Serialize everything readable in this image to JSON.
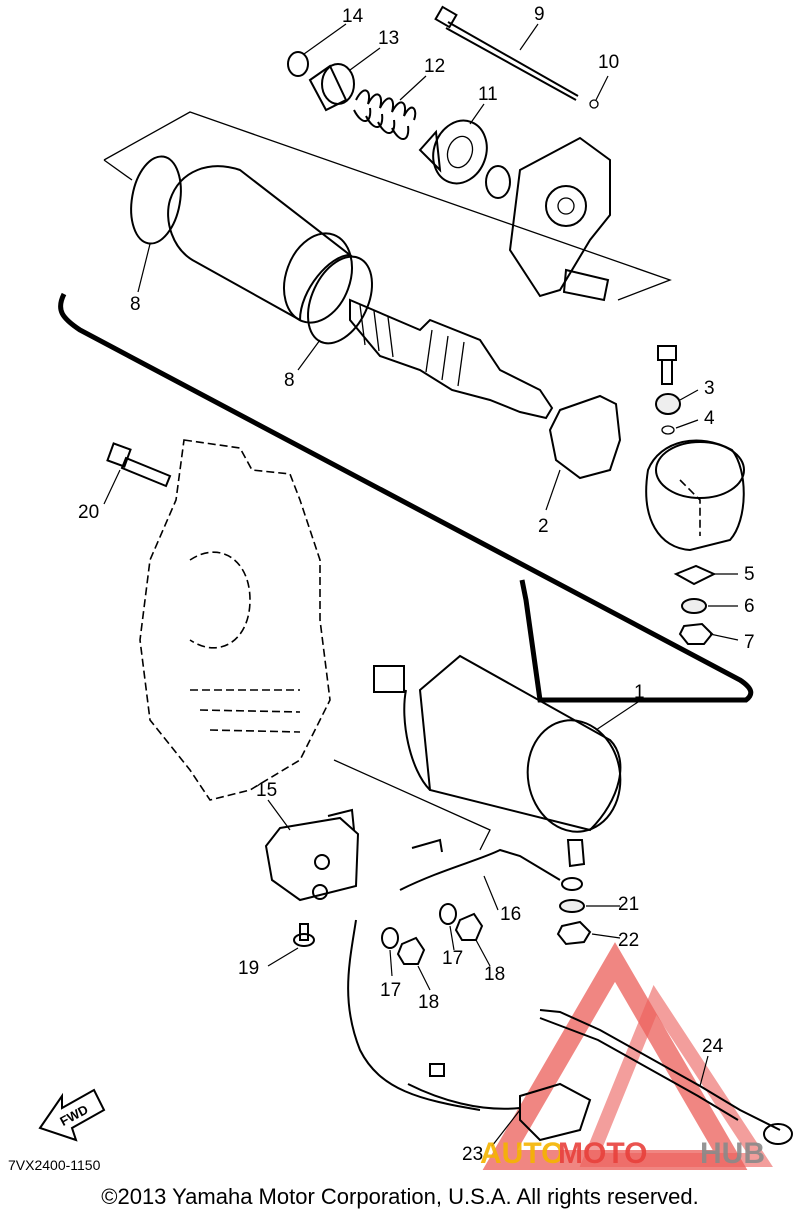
{
  "diagram_code": "7VX2400-1150",
  "copyright": "©2013 Yamaha Motor Corporation, U.S.A. All rights reserved.",
  "fwd_label": "FWD",
  "watermark": {
    "part1": "AUTO",
    "part2": "MOTO",
    "part3": "HUB",
    "color_main": "#e8413c",
    "color_accent": "#f5b400",
    "color_dark": "#8a8a8a"
  },
  "callouts": [
    "1",
    "2",
    "3",
    "4",
    "5",
    "6",
    "7",
    "8",
    "8",
    "9",
    "10",
    "11",
    "12",
    "13",
    "14",
    "15",
    "16",
    "17",
    "17",
    "18",
    "18",
    "19",
    "20",
    "21",
    "22",
    "23",
    "24"
  ]
}
